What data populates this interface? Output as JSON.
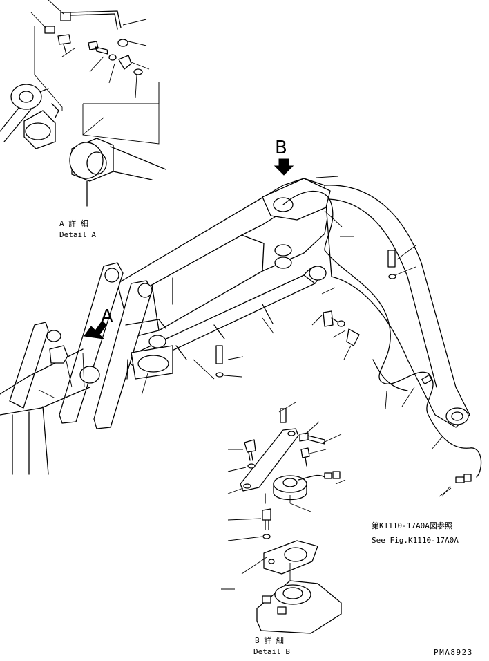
{
  "view_labels": {
    "detail_a_jp": "A 詳 細",
    "detail_a_en": "Detail A",
    "detail_b_jp": "B 詳 細",
    "detail_b_en": "Detail B",
    "arrow_a": "A",
    "arrow_b": "B"
  },
  "reference": {
    "jp": "第K1110-17A0A図参照",
    "en": "See Fig.K1110-17A0A"
  },
  "drawing_number": "PMA8923"
}
